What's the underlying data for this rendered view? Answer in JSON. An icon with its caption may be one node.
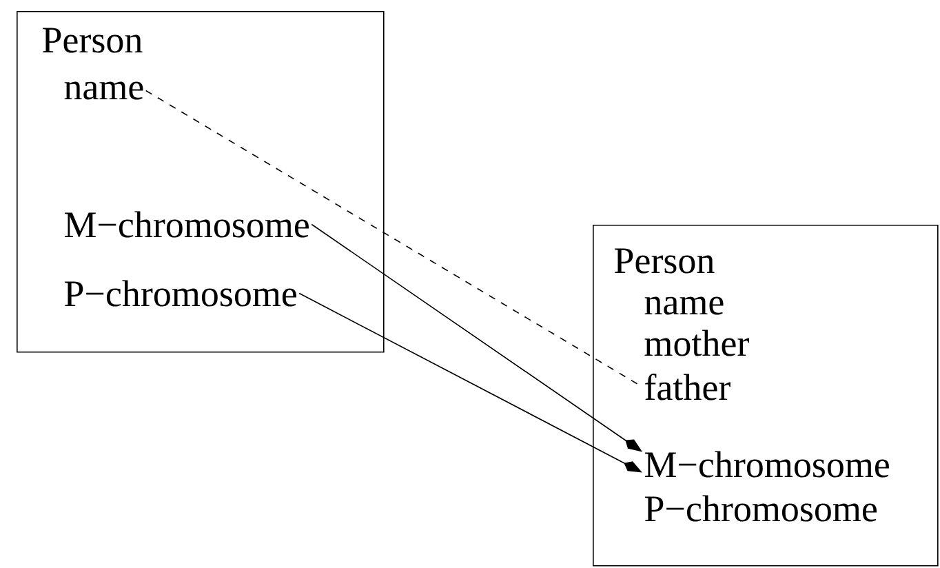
{
  "diagram": {
    "nodes": [
      {
        "text": [
          "Person"
        ]
      },
      {
        "text": [
          "name"
        ],
        "in": 0
      },
      {
        "text": [
          "M−chromosome"
        ],
        "in": 0
      },
      {
        "text": [
          "P−chromosome"
        ],
        "in": 0
      },
      {
        "text": [
          "Person"
        ]
      },
      {
        "text": [
          "name"
        ],
        "in": 4
      },
      {
        "text": [
          "mother"
        ],
        "in": 4
      },
      {
        "text": [
          "father"
        ],
        "in": 4
      },
      {
        "text": [
          "M−chromosome"
        ],
        "in": 4
      },
      {
        "text": [
          "P−chromosome"
        ],
        "in": 4
      }
    ],
    "edges": [
      {
        "from": 1,
        "to": 7,
        "arrow": "none",
        "style": "dashed"
      },
      {
        "from": 2,
        "to": 8,
        "arrow": "to"
      },
      {
        "from": 3,
        "to": 8,
        "arrow": "to"
      }
    ]
  }
}
